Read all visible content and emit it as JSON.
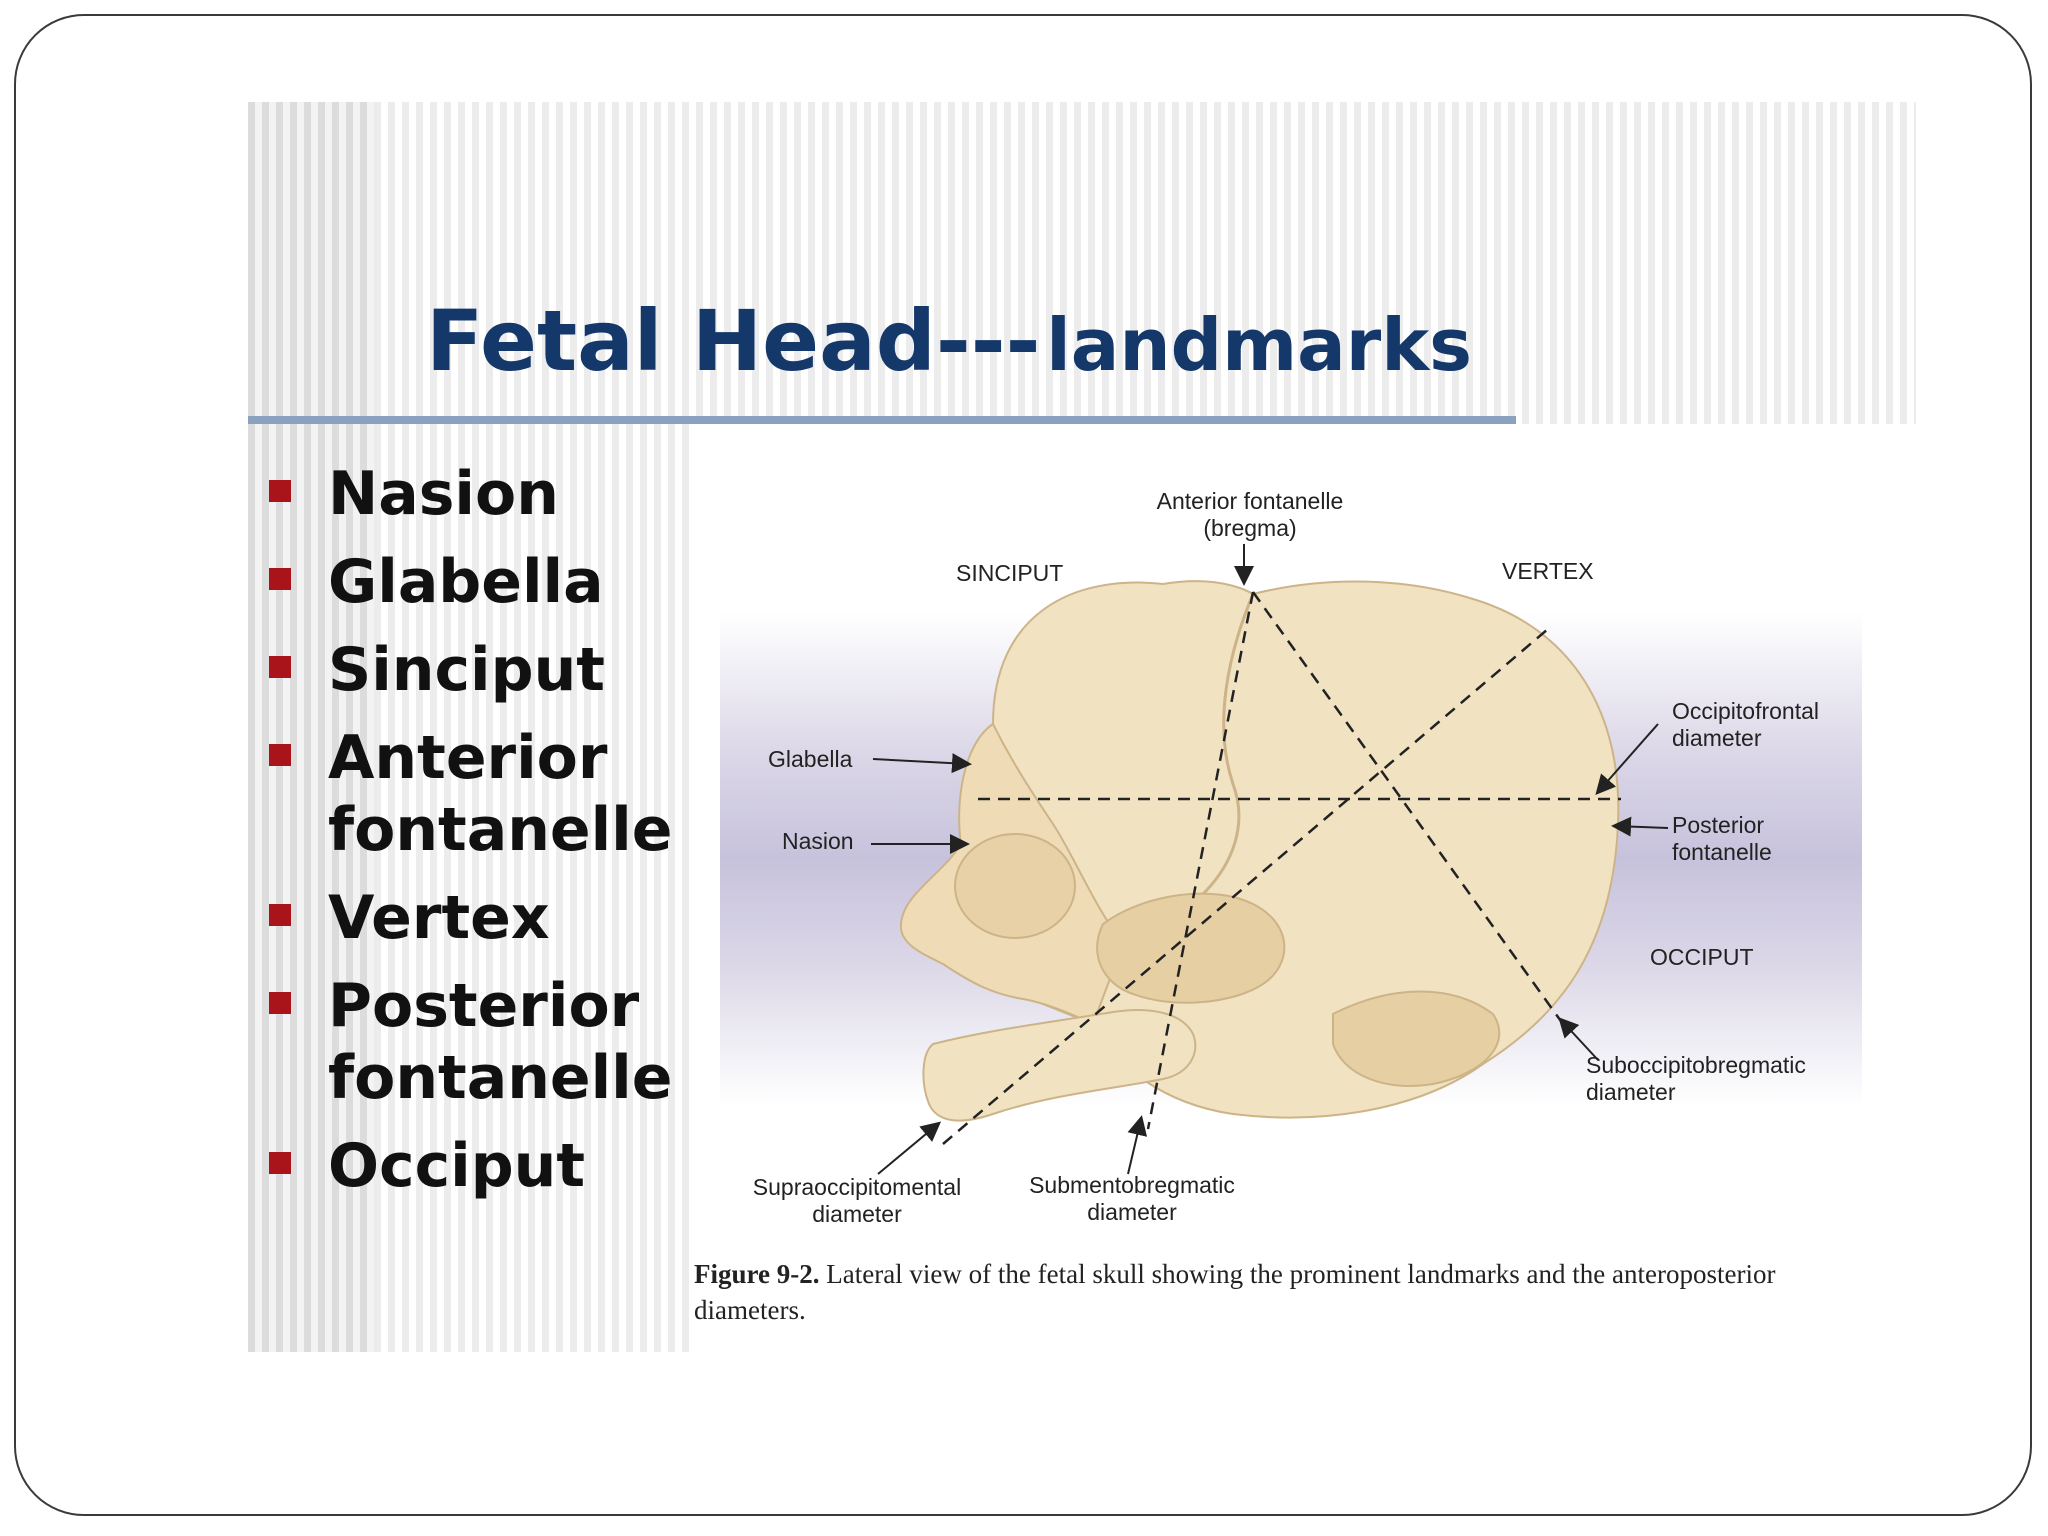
{
  "slide": {
    "title_main": "Fetal Head---",
    "title_sub": "landmarks",
    "bullets": [
      "Nasion",
      "Glabella",
      "Sinciput",
      "Anterior fontanelle",
      "Vertex",
      "Posterior fontanelle",
      "Occiput"
    ]
  },
  "figure": {
    "labels": {
      "anterior_fontanelle_1": "Anterior fontanelle",
      "anterior_fontanelle_2": "(bregma)",
      "sinciput": "SINCIPUT",
      "vertex": "VERTEX",
      "glabella": "Glabella",
      "nasion": "Nasion",
      "occipitofrontal_1": "Occipitofrontal",
      "occipitofrontal_2": "diameter",
      "posterior_fontanelle_1": "Posterior",
      "posterior_fontanelle_2": "fontanelle",
      "occiput": "OCCIPUT",
      "suboccipitobregmatic_1": "Suboccipitobregmatic",
      "suboccipitobregmatic_2": "diameter",
      "supraoccipitomental_1": "Supraoccipitomental",
      "supraoccipitomental_2": "diameter",
      "submentobregmatic_1": "Submentobregmatic",
      "submentobregmatic_2": "diameter"
    },
    "caption_label": "Figure 9-2.",
    "caption_text": "Lateral view of the fetal skull showing the prominent landmarks and the anteroposterior diameters."
  },
  "colors": {
    "title": "#15386b",
    "bullet_square": "#a8141a",
    "bone": "#f1e2c2",
    "bone_shadow": "#dcc59c"
  }
}
